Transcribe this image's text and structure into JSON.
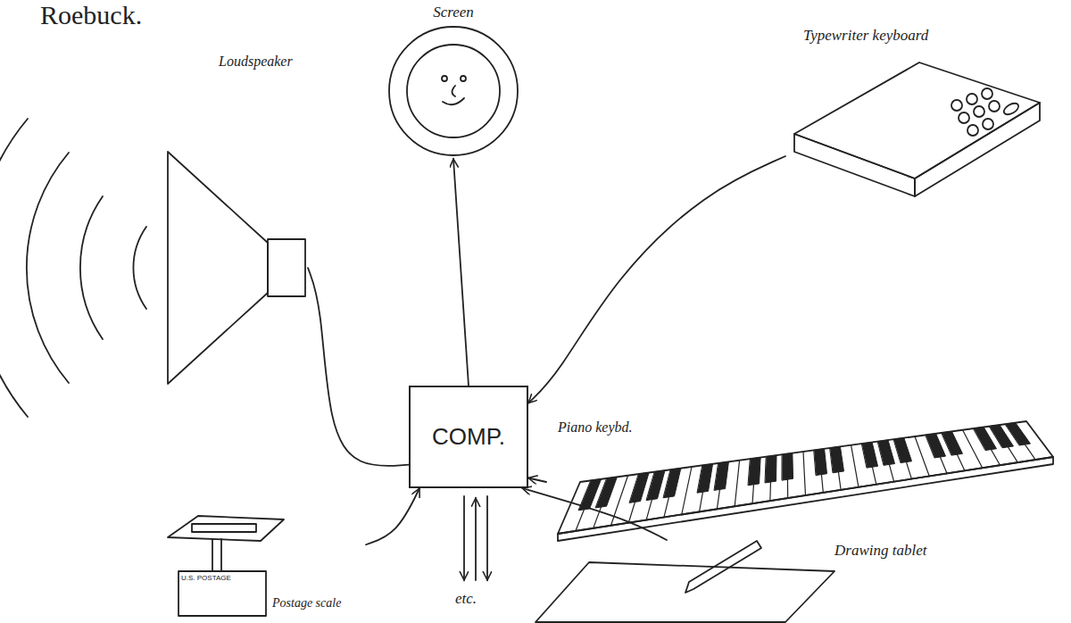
{
  "diagram": {
    "nodes": [
      {
        "text": [
          "Screen"
        ]
      },
      {
        "text": [
          "Loudspeaker"
        ]
      },
      {
        "text": [
          "Typewriter keyboard"
        ]
      },
      {
        "text": [
          "COMP."
        ]
      },
      {
        "text": [
          "Piano keybd."
        ]
      },
      {
        "text": [
          "U.S. POSTAGE",
          "Postage scale"
        ]
      },
      {
        "text": [
          "Drawing tablet"
        ]
      }
    ],
    "edges": [
      {
        "from": 3,
        "to": 0,
        "arrow": "to"
      },
      {
        "from": 3,
        "to": 1,
        "arrow": "none"
      },
      {
        "from": 2,
        "to": 3,
        "arrow": "to"
      },
      {
        "from": 4,
        "to": 3,
        "arrow": "to"
      },
      {
        "from": 5,
        "to": 3,
        "arrow": "to"
      },
      {
        "from": 6,
        "to": 3,
        "arrow": "to"
      }
    ],
    "labels": [
      "Roebuck.",
      "etc."
    ]
  }
}
